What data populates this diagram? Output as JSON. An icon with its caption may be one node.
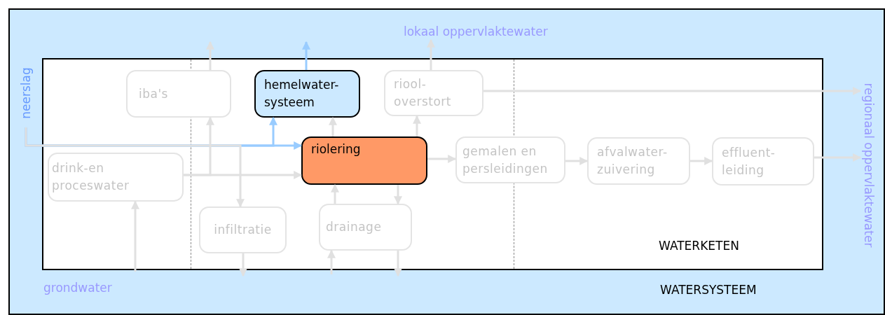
{
  "diagram": {
    "nodes": [
      {
        "text": [
          "WATERSYSTEEM"
        ]
      },
      {
        "text": [
          "WATERKETEN"
        ],
        "in": 0
      },
      {
        "text": [
          "iba's"
        ],
        "in": 1
      },
      {
        "text": [
          "hemelwater-systeem"
        ],
        "in": 1
      },
      {
        "text": [
          "riool-overstort"
        ],
        "in": 1
      },
      {
        "text": [
          "drink-en proceswater"
        ],
        "in": 1
      },
      {
        "text": [
          "riolering"
        ],
        "in": 1
      },
      {
        "text": [
          "gemalen en persleidingen"
        ],
        "in": 1
      },
      {
        "text": [
          "afvalwater-zuivering"
        ],
        "in": 1
      },
      {
        "text": [
          "effluent-leiding"
        ],
        "in": 1
      },
      {
        "text": [
          "infiltratie"
        ],
        "in": 1
      },
      {
        "text": [
          "drainage"
        ],
        "in": 1
      },
      {
        "text": [
          "lokaal oppervlaktewater"
        ],
        "in": 0
      },
      {
        "text": [
          "regionaal oppervlaktewater"
        ],
        "in": 0
      },
      {
        "text": [
          "neerslag"
        ],
        "in": 0
      },
      {
        "text": [
          "grondwater"
        ],
        "in": 0
      }
    ],
    "edges": [
      {
        "from": 14,
        "to": 6,
        "arrow": "to",
        "color": "#99ccff"
      },
      {
        "from": 14,
        "to": 3,
        "arrow": "to",
        "color": "#99ccff"
      },
      {
        "from": 3,
        "to": null,
        "arrow": "to",
        "color": "#99ccff"
      },
      {
        "from": 2,
        "to": null,
        "arrow": "to"
      },
      {
        "from": 4,
        "to": 12,
        "arrow": "to"
      },
      {
        "from": 5,
        "to": 2,
        "arrow": "to"
      },
      {
        "from": 5,
        "to": 6,
        "arrow": "to"
      },
      {
        "from": 14,
        "to": 10,
        "arrow": "to"
      },
      {
        "from": 6,
        "to": 3,
        "arrow": "to"
      },
      {
        "from": 6,
        "to": 4,
        "arrow": "to"
      },
      {
        "from": 6,
        "to": 7,
        "arrow": "to"
      },
      {
        "from": 7,
        "to": 8,
        "arrow": "to"
      },
      {
        "from": 8,
        "to": 9,
        "arrow": "to"
      },
      {
        "from": 9,
        "to": 13,
        "arrow": "to"
      },
      {
        "from": 4,
        "to": 13,
        "arrow": "to"
      },
      {
        "from": 11,
        "to": 6,
        "arrow": "to"
      },
      {
        "from": 6,
        "to": 11,
        "arrow": "to"
      },
      {
        "from": 10,
        "to": null,
        "arrow": "to"
      },
      {
        "from": null,
        "to": 11,
        "arrow": "to"
      },
      {
        "from": 11,
        "to": null,
        "arrow": "to"
      },
      {
        "from": null,
        "to": 5,
        "arrow": "to"
      }
    ]
  }
}
